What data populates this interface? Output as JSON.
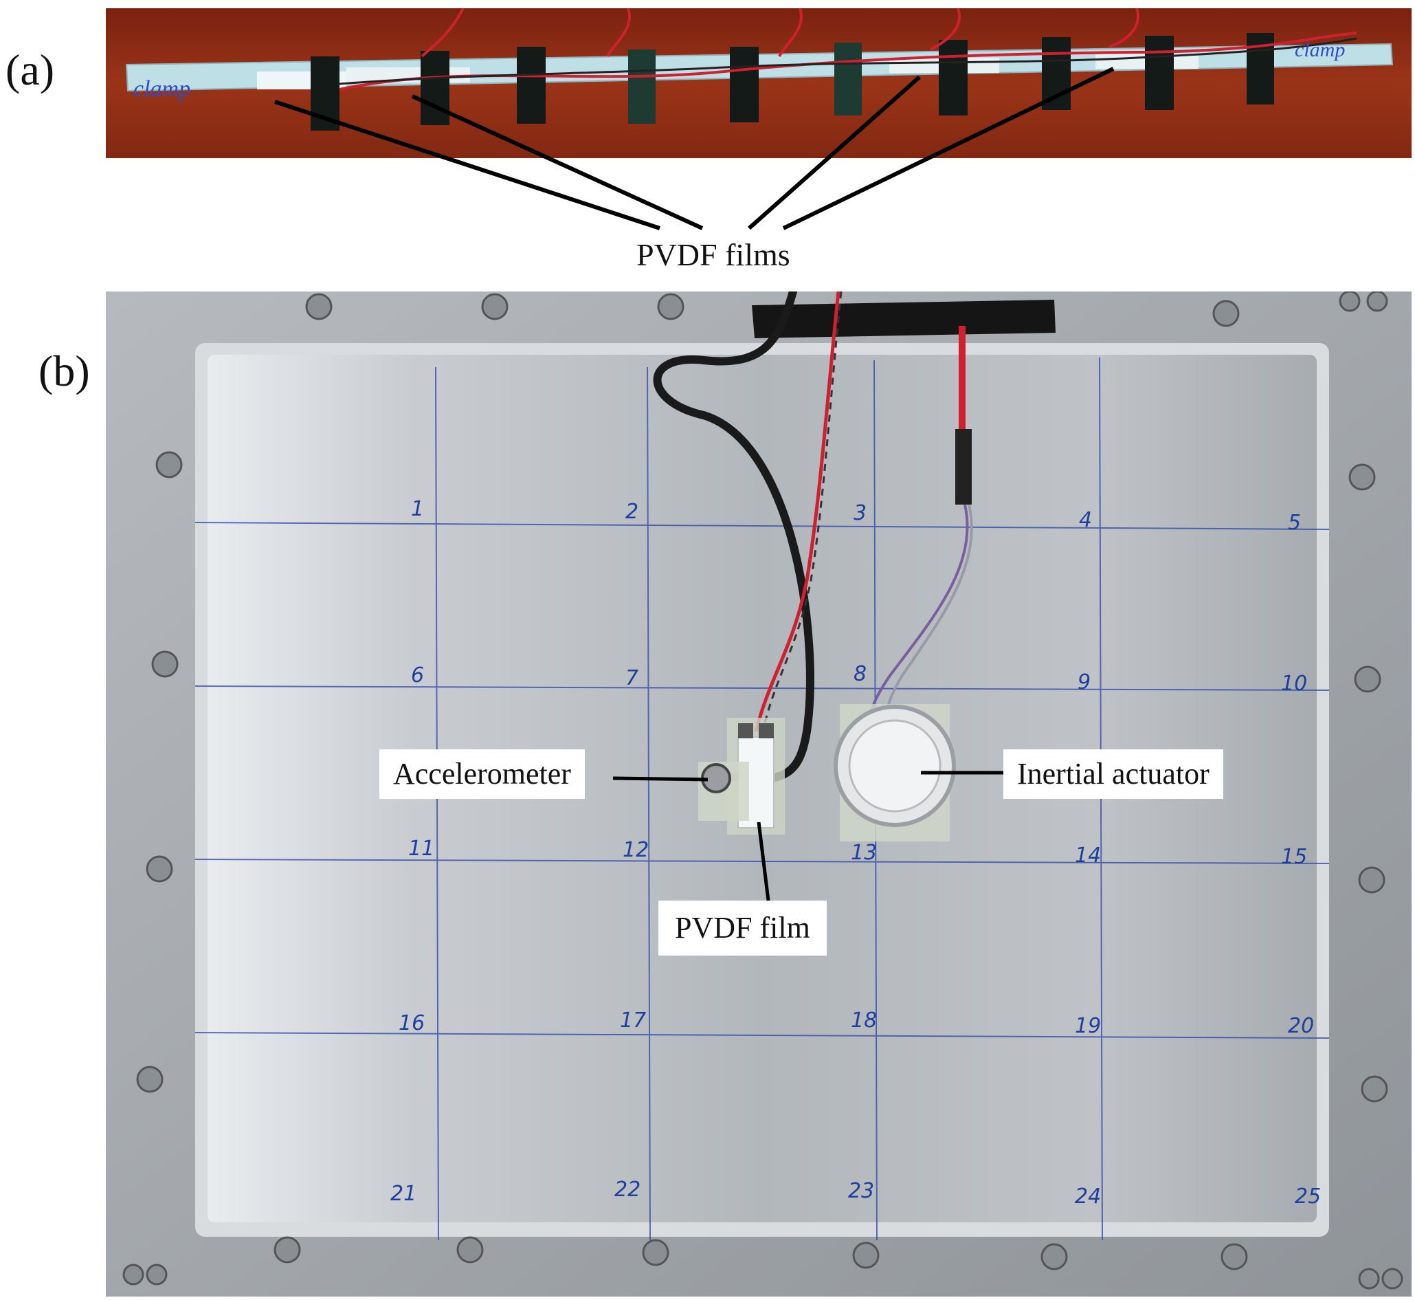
{
  "figure": {
    "panel_a": {
      "label": "(a)",
      "pointer_label": "PVDF films",
      "beam_text_left": "clamp",
      "beam_text_right": "clamp"
    },
    "panel_b": {
      "label": "(b)",
      "callouts": {
        "accelerometer": "Accelerometer",
        "inertial_actuator": "Inertial actuator",
        "pvdf_film": "PVDF film"
      },
      "grid_numbers": [
        "1",
        "2",
        "3",
        "4",
        "5",
        "6",
        "7",
        "8",
        "9",
        "10",
        "11",
        "12",
        "13",
        "14",
        "15",
        "16",
        "17",
        "18",
        "19",
        "20",
        "21",
        "22",
        "23",
        "24",
        "25"
      ]
    },
    "colors": {
      "tabletop": "#8a2a12",
      "beam": "#bcdde6",
      "tape": "#111a18",
      "wire_red": "#d02030",
      "plate": "#b7bcc1",
      "frame": "#9ea3a8",
      "grid_ink": "#2a46a8"
    }
  }
}
